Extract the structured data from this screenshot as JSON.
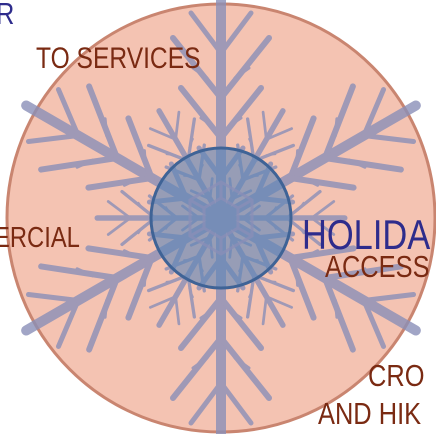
{
  "colors": {
    "outer_circle_fill": "#f4c3b2",
    "outer_circle_stroke": "#c98570",
    "inner_circle_fill": "#5e86b8",
    "inner_circle_stroke": "#3f6396",
    "snowflake": "#8a8fb8",
    "label_brown": "#7a2a12",
    "label_blue": "#2e2c8c"
  },
  "icons": {
    "background": "snowflake-icon",
    "center": "crystal-center-icon"
  },
  "labels": {
    "top_fragment": "R",
    "services": "TO SERVICES",
    "commercial": "ERCIAL",
    "holiday": "HOLIDA",
    "access": "ACCESS",
    "cross": "CRO",
    "hiking": "AND HIK"
  }
}
